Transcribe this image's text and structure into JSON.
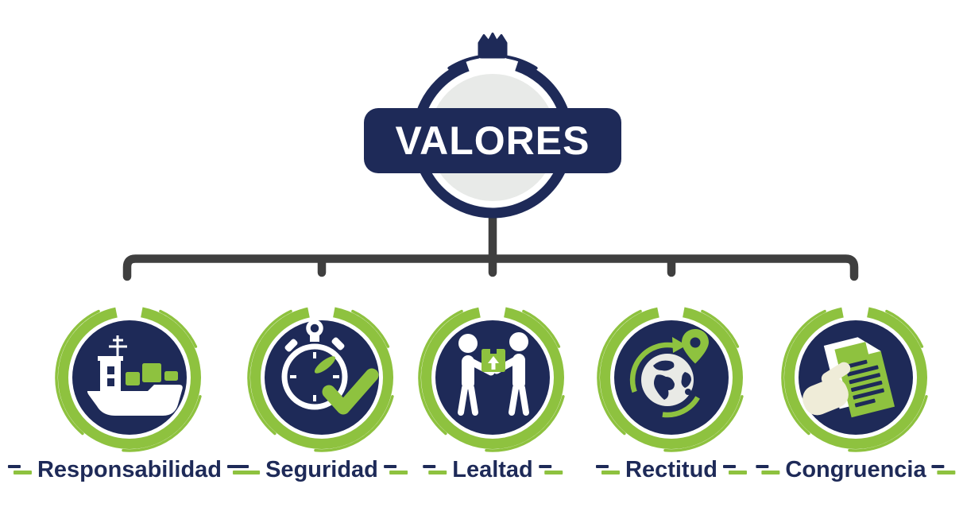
{
  "diagram": {
    "title": "Company values tree diagram",
    "root": {
      "label": "VALORES",
      "icon": "crown-icon"
    },
    "values": [
      {
        "label": "Responsabilidad",
        "icon": "cargo-ship-icon"
      },
      {
        "label": "Seguridad",
        "icon": "stopwatch-checkmark-icon"
      },
      {
        "label": "Lealtad",
        "icon": "people-exchanging-box-icon"
      },
      {
        "label": "Rectitud",
        "icon": "globe-location-pin-icon"
      },
      {
        "label": "Congruencia",
        "icon": "hand-holding-document-icon"
      }
    ],
    "colors": {
      "navy": "#1e2a58",
      "green": "#8ec23f",
      "connector_gray": "#3f3f3f",
      "badge_inner_gray": "#e8eae8",
      "hand_cream": "#efecd8",
      "white": "#ffffff"
    }
  }
}
